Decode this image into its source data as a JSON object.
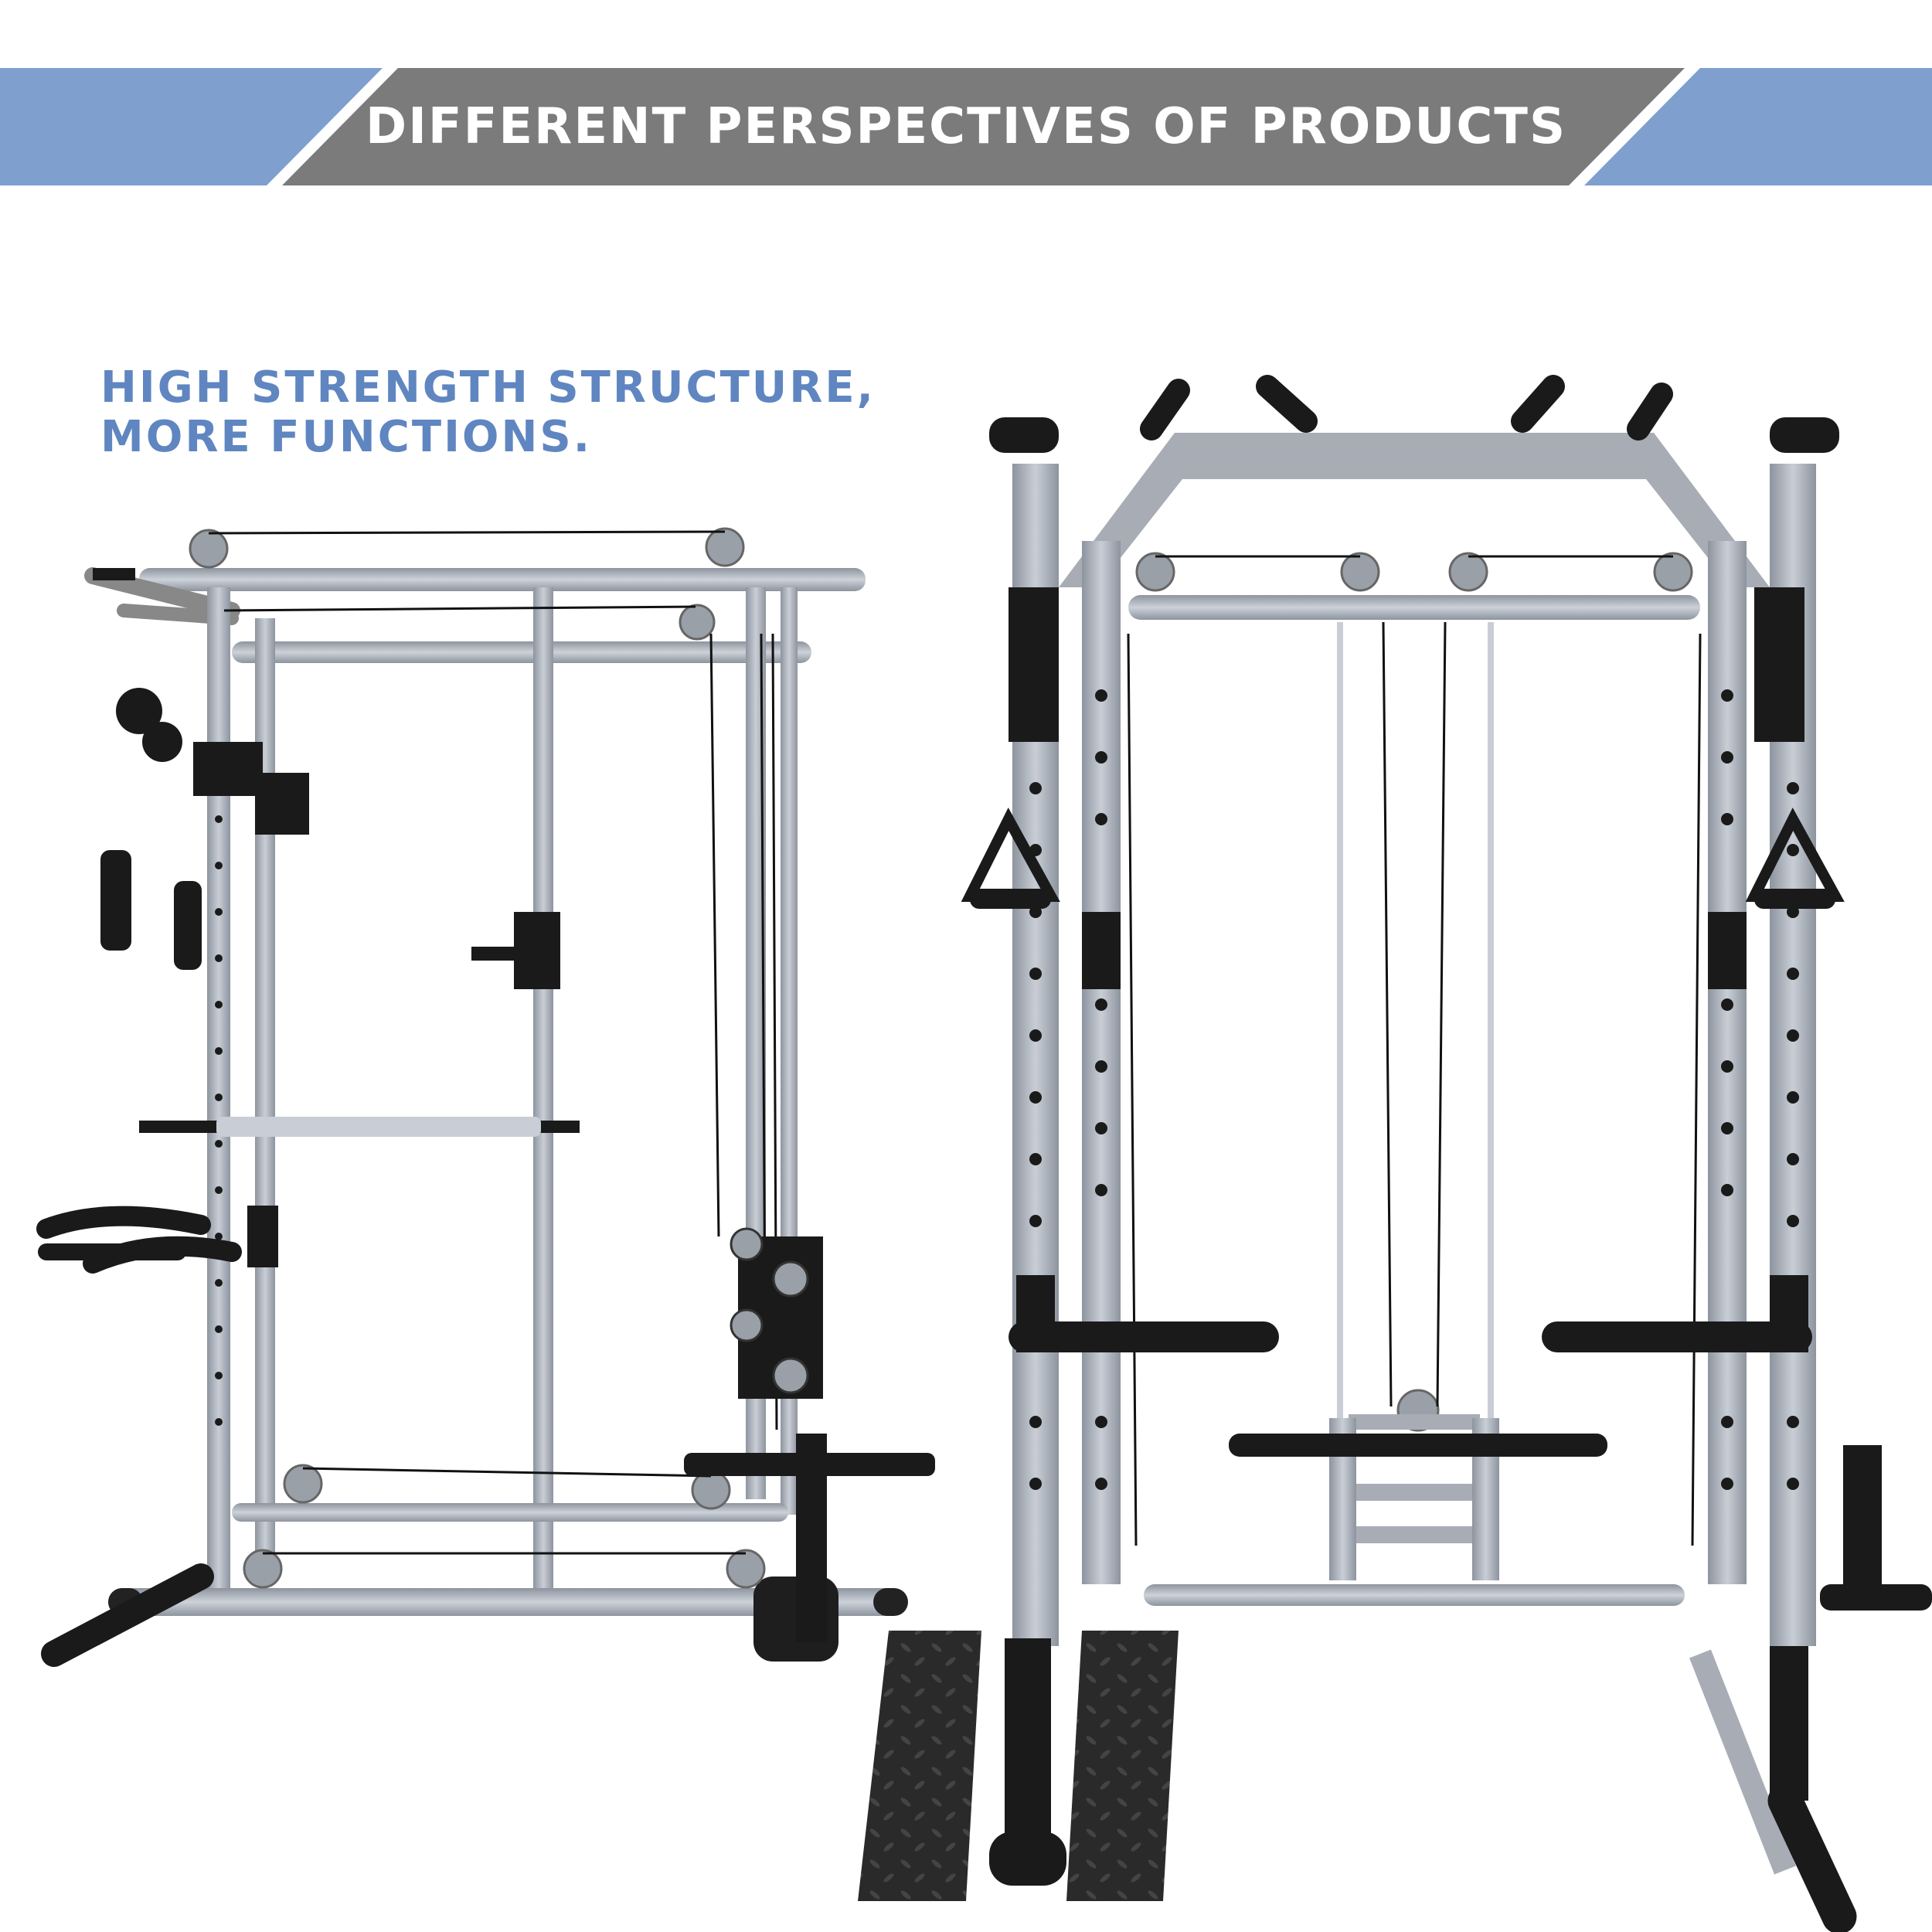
{
  "banner": {
    "title": "DIFFERENT PERSPECTIVES OF PRODUCTS",
    "accent_color": "#7f9fcf",
    "band_color": "#7b7b7b"
  },
  "tagline": {
    "line1": "HIGH STRENGTH STRUCTURE,",
    "line2": "MORE FUNCTIONS.",
    "color": "#5f86c0"
  },
  "images": {
    "side_view": "side-view-power-rack",
    "front_view": "front-view-power-rack"
  }
}
